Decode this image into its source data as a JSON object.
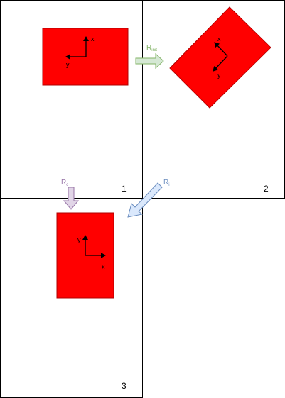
{
  "colors": {
    "rect_fill": "#ff0000",
    "rect_stroke": "#b20000",
    "init_arrow": "#82b366",
    "c_arrow": "#9673a6",
    "i_arrow": "#6c8ebf"
  },
  "panels": [
    {
      "number": "1",
      "x_label": "x",
      "y_label": "y"
    },
    {
      "number": "2",
      "x_label": "x",
      "y_label": "y"
    },
    {
      "number": "3",
      "x_label": "x",
      "y_label": "y"
    }
  ],
  "arrows": {
    "init": {
      "label": "R",
      "sub": "init"
    },
    "c": {
      "label": "R",
      "sub": "c"
    },
    "i": {
      "label": "R",
      "sub": "i"
    }
  }
}
